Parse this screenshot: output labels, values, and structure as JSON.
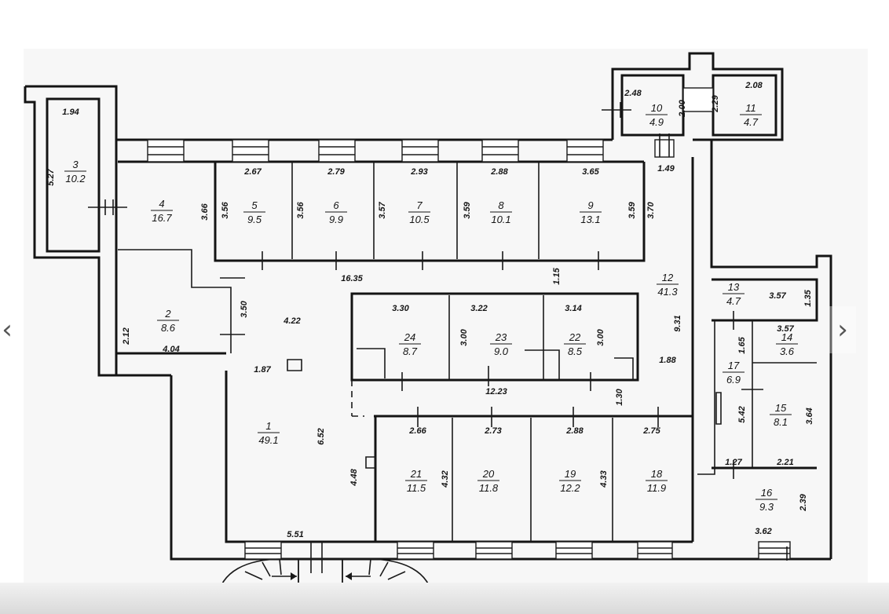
{
  "rooms": [
    {
      "id": "1",
      "area": "49.1"
    },
    {
      "id": "2",
      "area": "8.6"
    },
    {
      "id": "3",
      "area": "10.2"
    },
    {
      "id": "4",
      "area": "16.7"
    },
    {
      "id": "5",
      "area": "9.5"
    },
    {
      "id": "6",
      "area": "9.9"
    },
    {
      "id": "7",
      "area": "10.5"
    },
    {
      "id": "8",
      "area": "10.1"
    },
    {
      "id": "9",
      "area": "13.1"
    },
    {
      "id": "10",
      "area": "4.9"
    },
    {
      "id": "11",
      "area": "4.7"
    },
    {
      "id": "12",
      "area": "41.3"
    },
    {
      "id": "13",
      "area": "4.7"
    },
    {
      "id": "14",
      "area": "3.6"
    },
    {
      "id": "15",
      "area": "8.1"
    },
    {
      "id": "16",
      "area": "9.3"
    },
    {
      "id": "17",
      "area": "6.9"
    },
    {
      "id": "18",
      "area": "11.9"
    },
    {
      "id": "19",
      "area": "12.2"
    },
    {
      "id": "20",
      "area": "11.8"
    },
    {
      "id": "21",
      "area": "11.5"
    },
    {
      "id": "22",
      "area": "8.5"
    },
    {
      "id": "23",
      "area": "9.0"
    },
    {
      "id": "24",
      "area": "8.7"
    }
  ],
  "dims": [
    "1.94",
    "5.27",
    "3.66",
    "2.67",
    "3.56",
    "2.79",
    "3.56",
    "2.93",
    "3.57",
    "2.88",
    "3.59",
    "3.65",
    "3.59",
    "3.70",
    "1.49",
    "2.48",
    "2.00",
    "2.29",
    "2.08",
    "16.35",
    "1.15",
    "3.50",
    "4.22",
    "2.12",
    "4.04",
    "1.87",
    "3.30",
    "3.22",
    "3.14",
    "3.00",
    "3.00",
    "9.31",
    "1.88",
    "12.23",
    "1.30",
    "2.66",
    "2.73",
    "2.88",
    "2.75",
    "6.52",
    "4.48",
    "4.32",
    "4.33",
    "5.51",
    "3.57",
    "1.35",
    "3.57",
    "1.65",
    "5.42",
    "3.64",
    "2.21",
    "1.27",
    "2.39",
    "3.62"
  ],
  "nav": {
    "prev_glyph": "‹",
    "next_glyph": "›"
  }
}
